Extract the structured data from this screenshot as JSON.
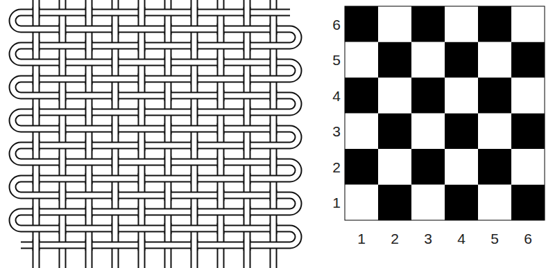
{
  "diagram": {
    "labels": [
      "6",
      "5",
      "4",
      "3",
      "2",
      "1",
      "1",
      "2",
      "3",
      "4",
      "5",
      "6"
    ]
  }
}
